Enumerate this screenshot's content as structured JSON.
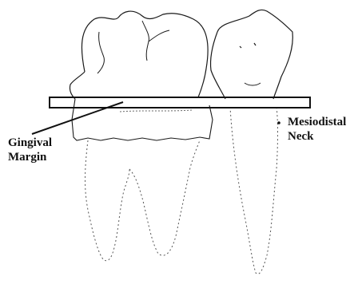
{
  "labels": {
    "gingival_line1": "Gingival",
    "gingival_line2": "Margin",
    "neck_line1": "Mesiodistal",
    "neck_line2": "Neck"
  },
  "colors": {
    "ink": "#1a1a1a",
    "dotted": "#555555",
    "background": "#ffffff"
  }
}
